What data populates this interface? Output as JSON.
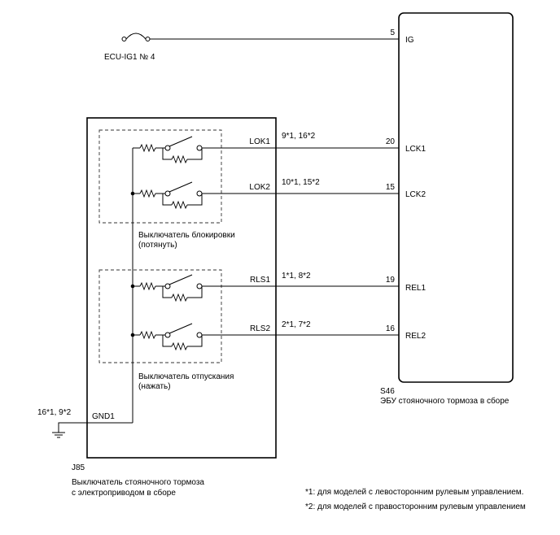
{
  "fuse": {
    "label": "ECU-IG1 № 4"
  },
  "ecu": {
    "code": "S46",
    "name": "ЭБУ стояночного тормоза в сборе",
    "pins": [
      {
        "num": "5",
        "name": "IG"
      },
      {
        "num": "20",
        "name": "LCK1"
      },
      {
        "num": "15",
        "name": "LCK2"
      },
      {
        "num": "19",
        "name": "REL1"
      },
      {
        "num": "16",
        "name": "REL2"
      }
    ]
  },
  "switch_assy": {
    "code": "J85",
    "name_line1": "Выключатель стояночного тормоза",
    "name_line2": "с электроприводом в сборе",
    "ground": {
      "name": "GND1",
      "pins": "16*1, 9*2"
    },
    "lines": [
      {
        "name": "LOK1",
        "pins": "9*1, 16*2"
      },
      {
        "name": "LOK2",
        "pins": "10*1, 15*2"
      },
      {
        "name": "RLS1",
        "pins": "1*1, 8*2"
      },
      {
        "name": "RLS2",
        "pins": "2*1, 7*2"
      }
    ],
    "lock_switch": {
      "line1": "Выключатель блокировки",
      "line2": "(потянуть)"
    },
    "release_switch": {
      "line1": "Выключатель отпускания",
      "line2": "(нажать)"
    }
  },
  "notes": [
    "*1: для моделей с левосторонним рулевым управлением.",
    "*2: для моделей с правосторонним рулевым управлением"
  ]
}
